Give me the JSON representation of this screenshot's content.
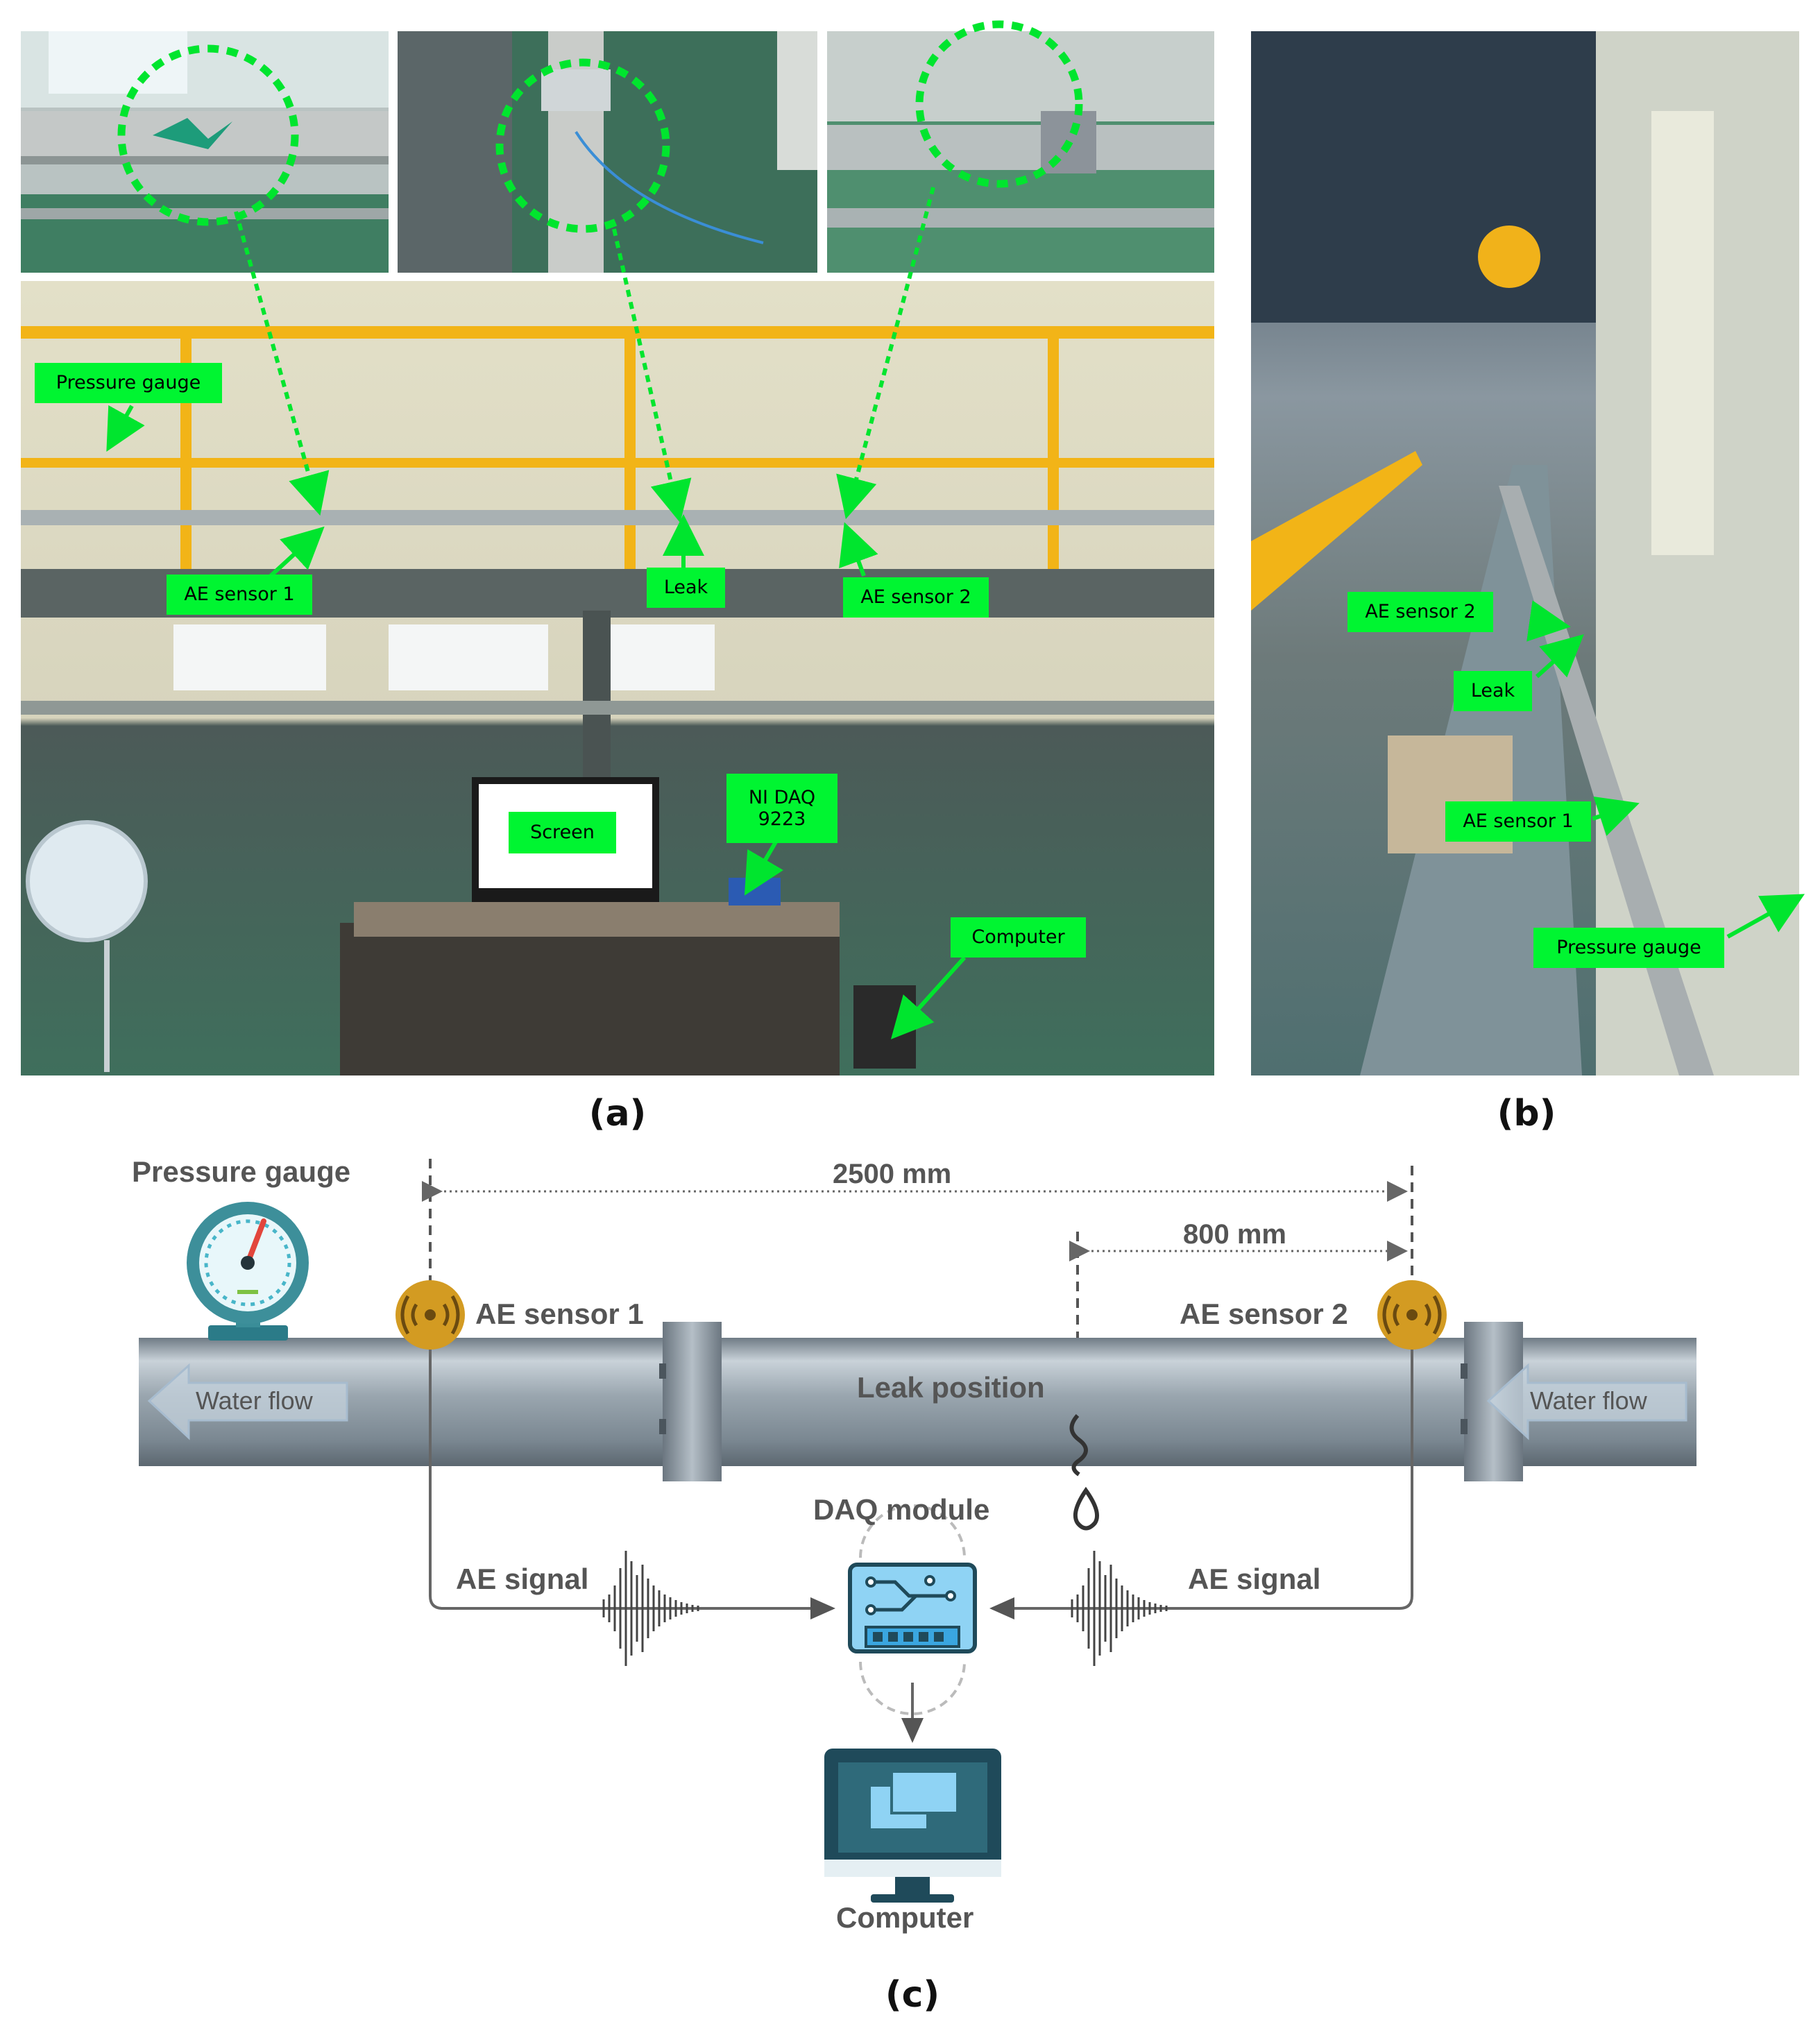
{
  "panel_a": {
    "caption": "(a)",
    "callouts": {
      "pressure_gauge": "Pressure gauge",
      "ae_sensor_1": "AE sensor 1",
      "leak": "Leak",
      "ae_sensor_2": "AE sensor 2",
      "screen": "Screen",
      "ni_daq": "NI DAQ\n9223",
      "computer": "Computer"
    }
  },
  "panel_b": {
    "caption": "(b)",
    "callouts": {
      "ae_sensor_2": "AE sensor 2",
      "leak": "Leak",
      "ae_sensor_1": "AE sensor 1",
      "pressure_gauge": "Pressure gauge"
    }
  },
  "panel_c": {
    "caption": "(c)",
    "pressure_gauge": "Pressure gauge",
    "distance_total": "2500 mm",
    "distance_leak": "800 mm",
    "ae_sensor_1": "AE sensor 1",
    "ae_sensor_2": "AE sensor 2",
    "water_flow_left": "Water flow",
    "water_flow_right": "Water flow",
    "leak_position": "Leak position",
    "daq_module": "DAQ module",
    "ae_signal_left": "AE signal",
    "ae_signal_right": "AE signal",
    "computer": "Computer"
  },
  "colors": {
    "callout_green": "#00f531",
    "sensor_gold": "#d39b22",
    "pipe_gray": "#8e9aa4",
    "text_gray": "#555555",
    "daq_blue": "#3aa6e0",
    "monitor_dark": "#1f4a5a"
  }
}
